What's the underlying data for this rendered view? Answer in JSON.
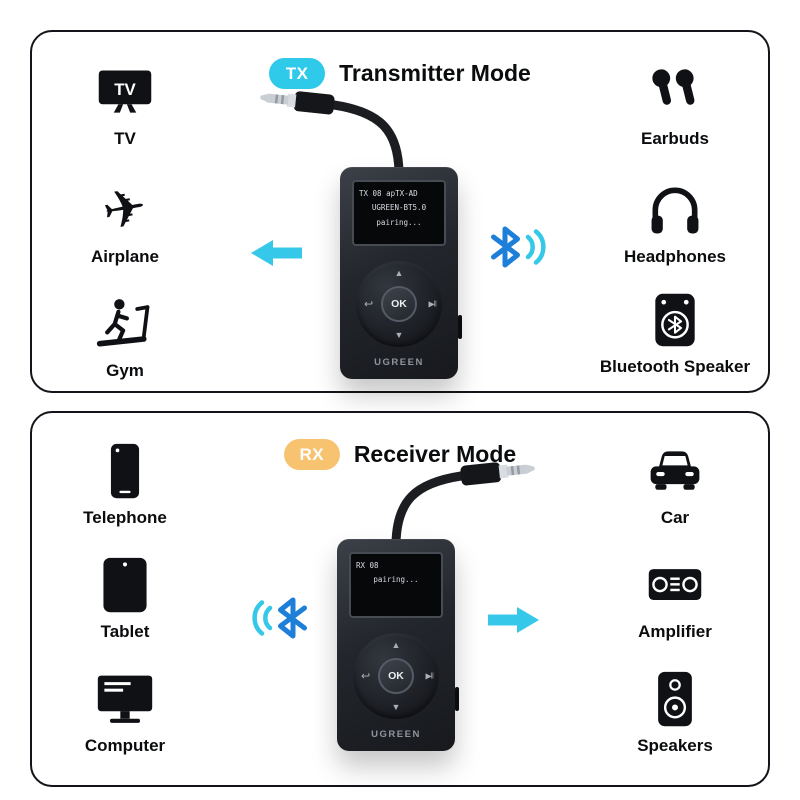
{
  "colors": {
    "accent_cyan": "#35c8e8",
    "tx_badge": "#2fc9ea",
    "rx_badge": "#f8c371",
    "bluetooth_blue": "#1e7fd8",
    "icon_color": "#101114"
  },
  "tx_panel": {
    "badge": "TX",
    "title": "Transmitter Mode",
    "left_items": [
      {
        "name": "tv",
        "label": "TV",
        "icon_text": "TV"
      },
      {
        "name": "airplane",
        "label": "Airplane",
        "icon_glyph": "✈"
      },
      {
        "name": "gym",
        "label": "Gym"
      }
    ],
    "right_items": [
      {
        "name": "earbuds",
        "label": "Earbuds"
      },
      {
        "name": "headphones",
        "label": "Headphones"
      },
      {
        "name": "bluetooth-speaker",
        "label": "Bluetooth Speaker"
      }
    ],
    "device": {
      "screen_lines": [
        "TX 08 apTX-AD",
        "UGREEN-BT5.0",
        "pairing..."
      ],
      "brand": "UGREEN",
      "buttons": {
        "up": "▲",
        "down": "▼",
        "back": "↩",
        "play": "▶‖",
        "ok": "OK"
      }
    }
  },
  "rx_panel": {
    "badge": "RX",
    "title": "Receiver Mode",
    "left_items": [
      {
        "name": "telephone",
        "label": "Telephone"
      },
      {
        "name": "tablet",
        "label": "Tablet"
      },
      {
        "name": "computer",
        "label": "Computer"
      }
    ],
    "right_items": [
      {
        "name": "car",
        "label": "Car"
      },
      {
        "name": "amplifier",
        "label": "Amplifier"
      },
      {
        "name": "speakers",
        "label": "Speakers"
      }
    ],
    "device": {
      "screen_lines": [
        "RX 08",
        "pairing...",
        ""
      ],
      "brand": "UGREEN",
      "buttons": {
        "up": "▲",
        "down": "▼",
        "back": "↩",
        "play": "▶‖",
        "ok": "OK"
      }
    }
  }
}
